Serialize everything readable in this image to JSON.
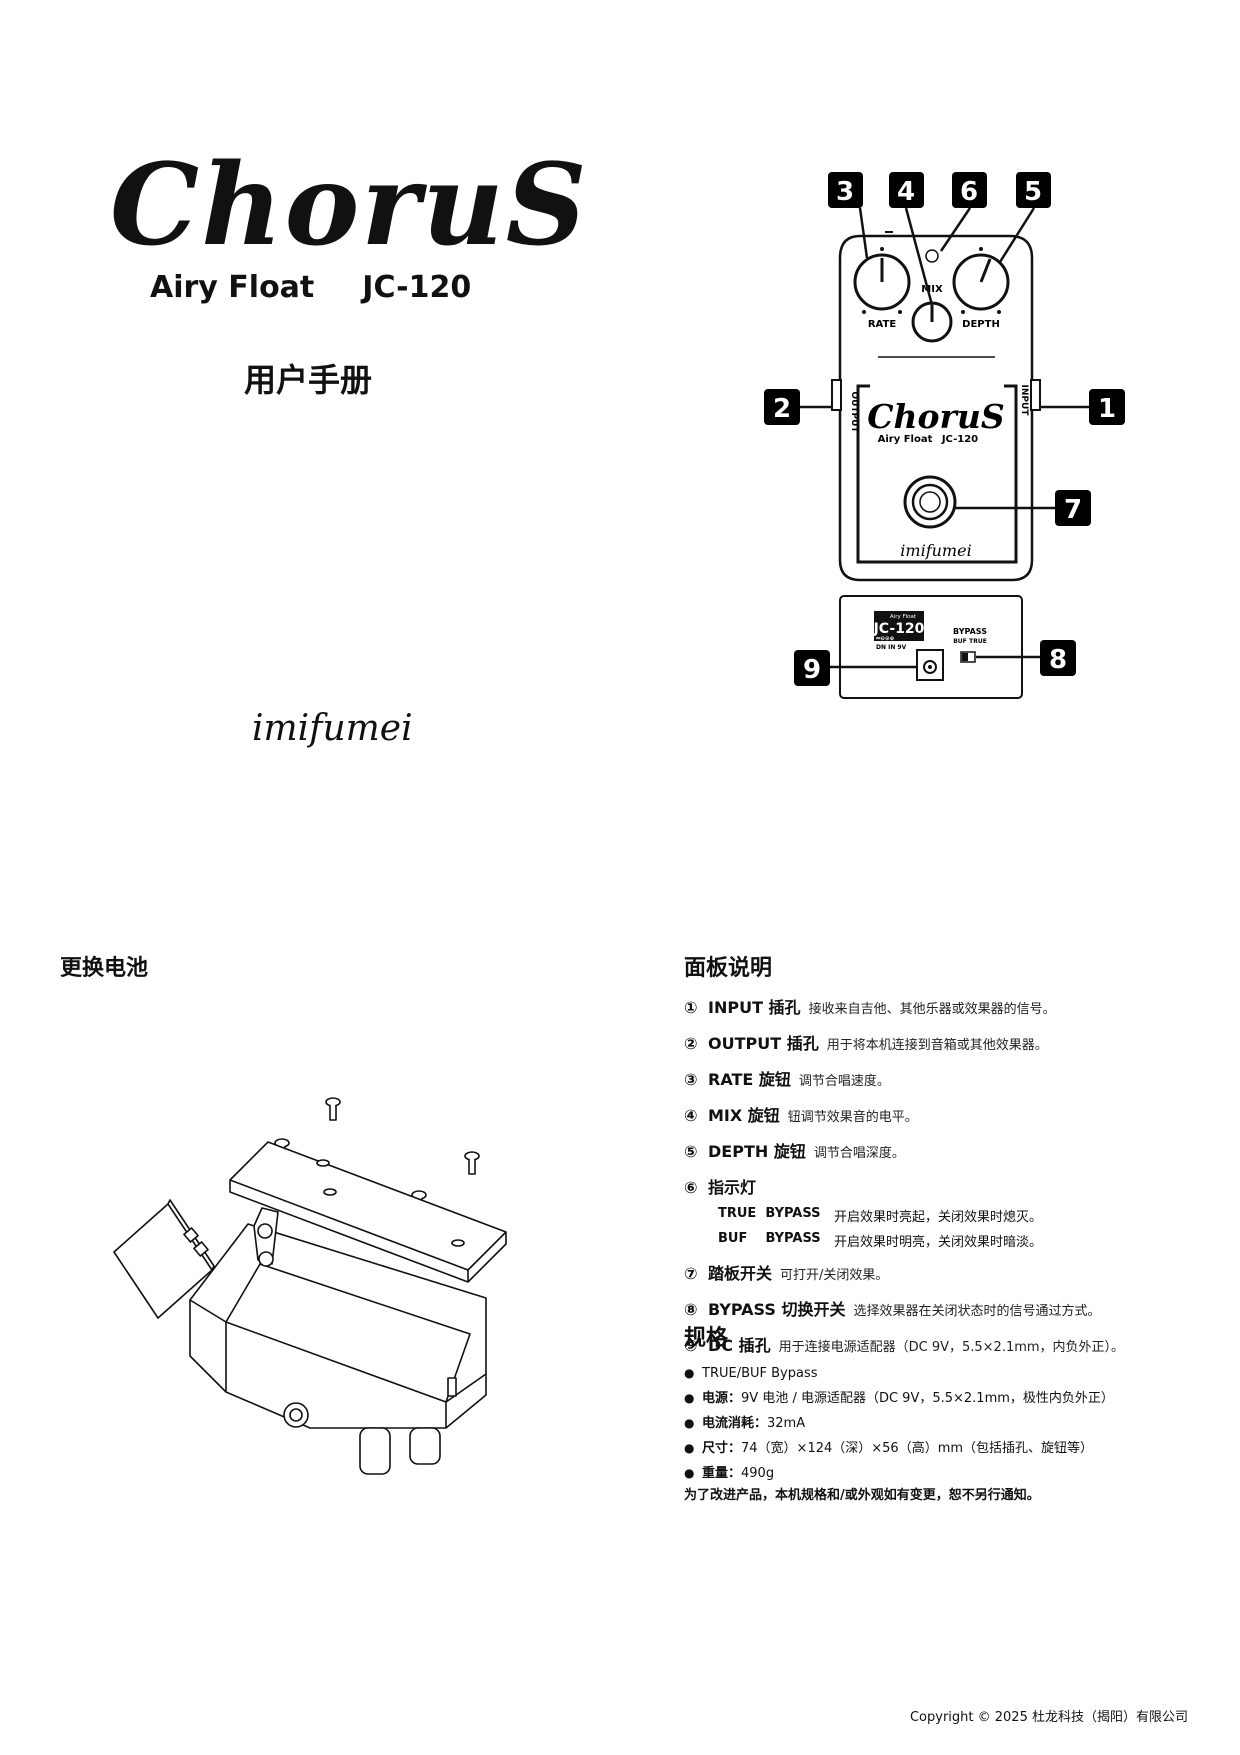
{
  "cover": {
    "logo": "ChoruS",
    "model_name": "Airy Float",
    "model_code": "JC-120",
    "manual_title": "用户手册",
    "brand": "imifumei"
  },
  "diagram": {
    "callouts": [
      "1",
      "2",
      "3",
      "4",
      "5",
      "6",
      "7",
      "8",
      "9"
    ],
    "knob_labels": {
      "rate": "RATE",
      "mix": "MIX",
      "depth": "DEPTH"
    },
    "jack_labels": {
      "input": "INPUT",
      "output": "OUTPUT"
    },
    "front_logo": "ChoruS",
    "front_model": "Airy Float",
    "front_code": "JC-120",
    "front_brand": "imifumei",
    "side_panel": {
      "model_small": "Airy Float",
      "model_big": "JC-120",
      "dc_text": "DN IN 9V",
      "bypass": "BYPASS",
      "buf": "BUF",
      "true": "TRUE"
    }
  },
  "battery": {
    "title": "更换电池"
  },
  "panel": {
    "title": "面板说明",
    "items": [
      {
        "num": "①",
        "label": "INPUT 插孔",
        "desc": "接收来自吉他、其他乐器或效果器的信号。"
      },
      {
        "num": "②",
        "label": "OUTPUT 插孔",
        "desc": "用于将本机连接到音箱或其他效果器。"
      },
      {
        "num": "③",
        "label": "RATE 旋钮",
        "desc": "调节合唱速度。"
      },
      {
        "num": "④",
        "label": "MIX 旋钮",
        "desc": "钮调节效果音的电平。"
      },
      {
        "num": "⑤",
        "label": "DEPTH 旋钮",
        "desc": "调节合唱深度。"
      },
      {
        "num": "⑥",
        "label": "指示灯",
        "desc": ""
      },
      {
        "num": "⑦",
        "label": "踏板开关",
        "desc": "可打开/关闭效果。"
      },
      {
        "num": "⑧",
        "label": "BYPASS 切换开关",
        "desc": "选择效果器在关闭状态时的信号通过方式。"
      },
      {
        "num": "⑨",
        "label": "DC 插孔",
        "desc": "用于连接电源适配器（DC 9V，5.5×2.1mm，内负外正）。"
      }
    ],
    "led_modes": [
      {
        "name": "TRUE  BYPASS",
        "desc": "开启效果时亮起，关闭效果时熄灭。"
      },
      {
        "name": "BUF    BYPASS",
        "desc": "开启效果时明亮，关闭效果时暗淡。"
      }
    ]
  },
  "specs": {
    "title": "规格",
    "items": [
      {
        "key": "",
        "value": "TRUE/BUF Bypass"
      },
      {
        "key": "电源：",
        "value": "9V 电池 / 电源适配器（DC 9V，5.5×2.1mm，极性内负外正）"
      },
      {
        "key": "电流消耗：",
        "value": "32mA"
      },
      {
        "key": "尺寸：",
        "value": "74（宽）×124（深）×56（高）mm（包括插孔、旋钮等）"
      },
      {
        "key": "重量：",
        "value": "490g"
      }
    ],
    "notice": "为了改进产品，本机规格和/或外观如有变更，恕不另行通知。"
  },
  "footer": {
    "copyright": "Copyright © 2025 杜龙科技（揭阳）有限公司"
  }
}
